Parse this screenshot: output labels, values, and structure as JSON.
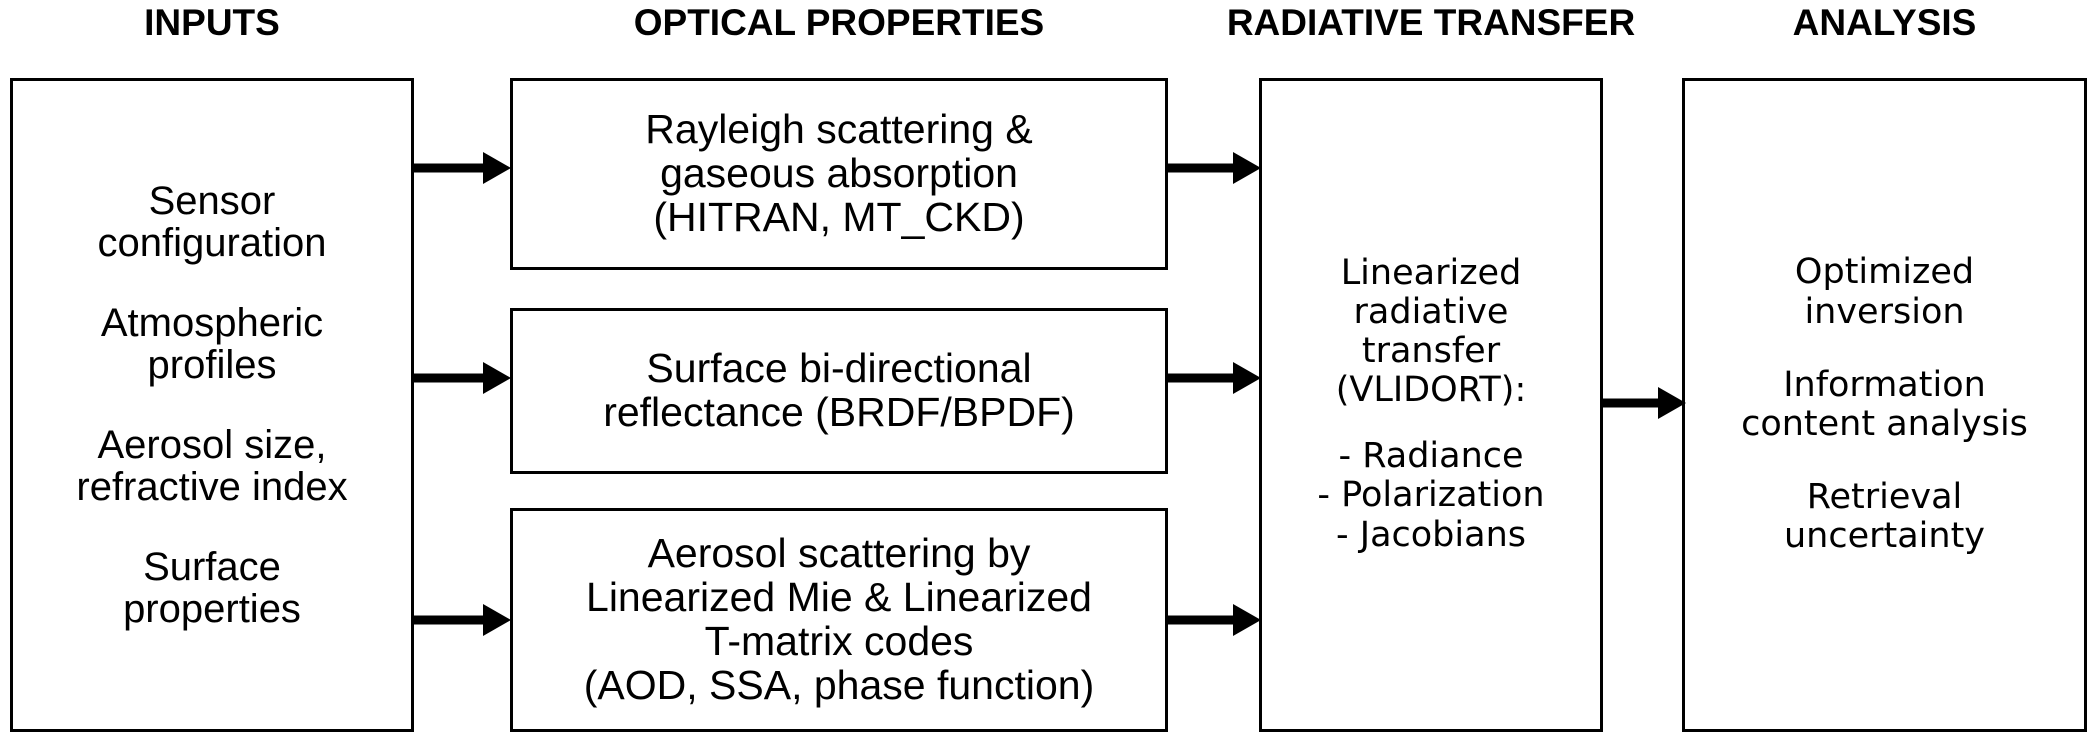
{
  "headings": [
    {
      "id": "inputs",
      "label": "INPUTS"
    },
    {
      "id": "optical",
      "label": "OPTICAL PROPERTIES"
    },
    {
      "id": "rt",
      "label": "RADIATIVE TRANSFER"
    },
    {
      "id": "analysis",
      "label": "ANALYSIS"
    }
  ],
  "inputs_box": {
    "items": [
      {
        "line1": "Sensor",
        "line2": "configuration"
      },
      {
        "line1": "Atmospheric",
        "line2": "profiles"
      },
      {
        "line1": "Aerosol size,",
        "line2": "refractive index"
      },
      {
        "line1": "Surface",
        "line2": "properties"
      }
    ]
  },
  "optical_boxes": [
    {
      "id": "rayleigh",
      "lines": [
        "Rayleigh scattering &",
        "gaseous absorption",
        "(HITRAN, MT_CKD)"
      ]
    },
    {
      "id": "brdf",
      "lines": [
        "Surface bi-directional",
        "reflectance (BRDF/BPDF)"
      ]
    },
    {
      "id": "aerosol",
      "lines": [
        "Aerosol scattering by",
        "Linearized Mie & Linearized",
        "T-matrix codes",
        "(AOD, SSA, phase function)"
      ]
    }
  ],
  "rt_box": {
    "title_lines": [
      "Linearized",
      "radiative",
      "transfer",
      "(VLIDORT):"
    ],
    "bullets": [
      "- Radiance",
      "- Polarization",
      "- Jacobians"
    ]
  },
  "analysis_box": {
    "items": [
      {
        "line1": "Optimized",
        "line2": "inversion"
      },
      {
        "line1": "Information",
        "line2": "content analysis"
      },
      {
        "line1": "Retrieval",
        "line2": "uncertainty"
      }
    ]
  },
  "arrows": [
    {
      "id": "inputs-to-rayleigh",
      "from": "inputs",
      "to": "rayleigh"
    },
    {
      "id": "inputs-to-brdf",
      "from": "inputs",
      "to": "brdf"
    },
    {
      "id": "inputs-to-aerosol",
      "from": "inputs",
      "to": "aerosol"
    },
    {
      "id": "rayleigh-to-rt",
      "from": "rayleigh",
      "to": "rt"
    },
    {
      "id": "brdf-to-rt",
      "from": "brdf",
      "to": "rt"
    },
    {
      "id": "aerosol-to-rt",
      "from": "aerosol",
      "to": "rt"
    },
    {
      "id": "rt-to-analysis",
      "from": "rt",
      "to": "analysis"
    }
  ],
  "colors": {
    "background": "#ffffff",
    "stroke": "#000000",
    "text": "#000000"
  }
}
